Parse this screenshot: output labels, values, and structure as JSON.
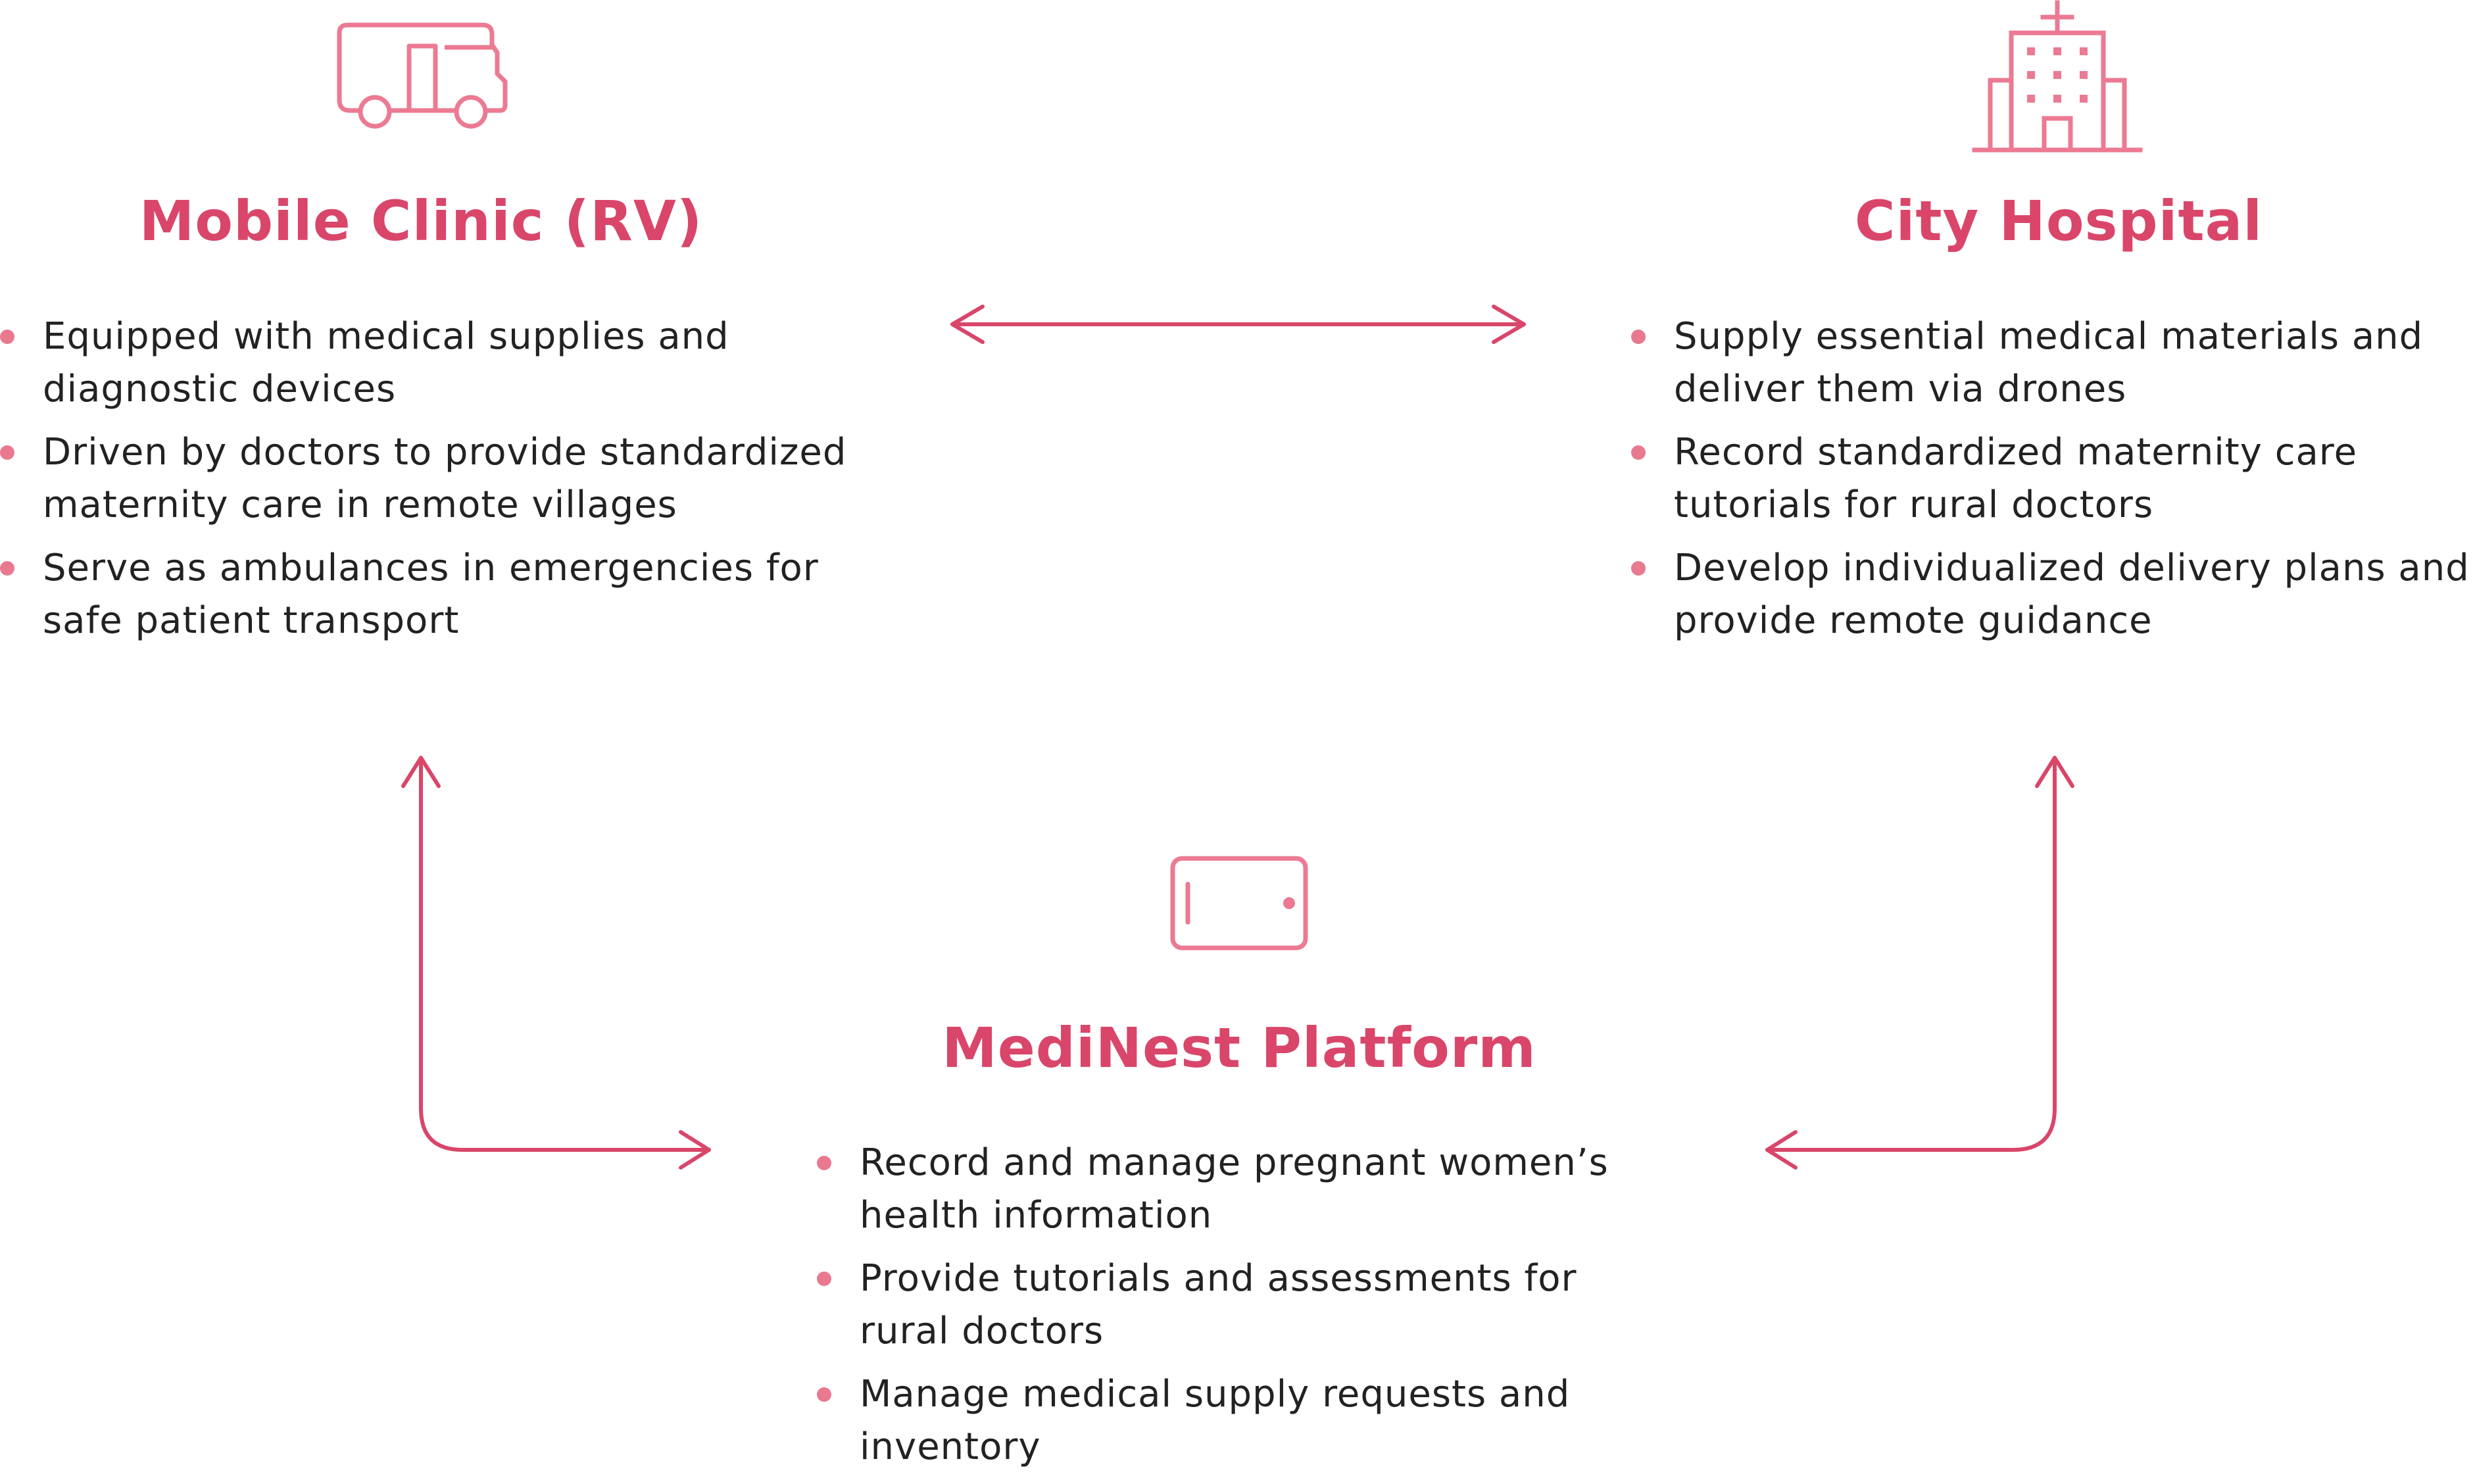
{
  "colors": {
    "accent": "#D9466A",
    "bullet": "#E8798F",
    "icon": "#EC7A92",
    "text": "#222222"
  },
  "nodes": {
    "mobile_clinic": {
      "title": "Mobile Clinic (RV)",
      "icon": "rv-truck-icon",
      "bullets": [
        "Equipped with medical supplies and diagnostic devices",
        "Driven by doctors to provide standardized maternity care in remote villages",
        "Serve as ambulances in emergencies for safe patient transport"
      ]
    },
    "city_hospital": {
      "title": "City Hospital",
      "icon": "hospital-building-icon",
      "bullets": [
        "Supply essential medical materials and deliver them via drones",
        "Record standardized maternity care tutorials for rural doctors",
        "Develop individualized delivery plans and provide remote guidance"
      ]
    },
    "medinest": {
      "title": "MediNest Platform",
      "icon": "tablet-icon",
      "bullets": [
        "Record and manage pregnant women’s health information",
        "Provide tutorials and assessments for rural doctors",
        "Manage medical supply requests and inventory"
      ]
    }
  },
  "edges": [
    {
      "from": "mobile_clinic",
      "to": "city_hospital",
      "direction": "bidirectional"
    },
    {
      "from": "mobile_clinic",
      "to": "medinest",
      "direction": "bidirectional"
    },
    {
      "from": "city_hospital",
      "to": "medinest",
      "direction": "bidirectional"
    }
  ]
}
